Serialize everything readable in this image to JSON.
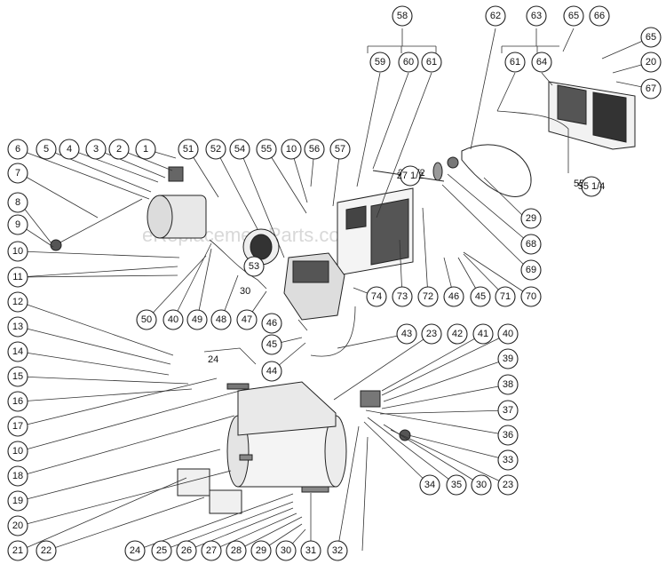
{
  "watermark": "eReplacementParts.com",
  "callouts": [
    "58",
    "59",
    "60",
    "61",
    "62",
    "63",
    "65",
    "66",
    "65",
    "61",
    "64",
    "20",
    "67",
    "6",
    "5",
    "4",
    "3",
    "2",
    "1",
    "51",
    "52",
    "54",
    "55",
    "10",
    "56",
    "57",
    "7",
    "8",
    "9",
    "10",
    "11",
    "53",
    "27 1/2",
    "55 1/4",
    "29",
    "68",
    "69",
    "30",
    "74",
    "73",
    "72",
    "46",
    "45",
    "71",
    "70",
    "12",
    "50",
    "40",
    "49",
    "48",
    "47",
    "46",
    "45",
    "44",
    "13",
    "14",
    "15",
    "16",
    "17",
    "10",
    "18",
    "19",
    "20",
    "21",
    "22",
    "24",
    "43",
    "23",
    "42",
    "41",
    "40",
    "39",
    "38",
    "37",
    "36",
    "33",
    "34",
    "35",
    "30",
    "23",
    "24",
    "25",
    "26",
    "27",
    "28",
    "29",
    "30",
    "31",
    "32"
  ],
  "free_labels": {
    "len_27_half": "27 1/2",
    "len_55_quarter": "55 1/4",
    "label_30": "30",
    "label_24": "24"
  }
}
